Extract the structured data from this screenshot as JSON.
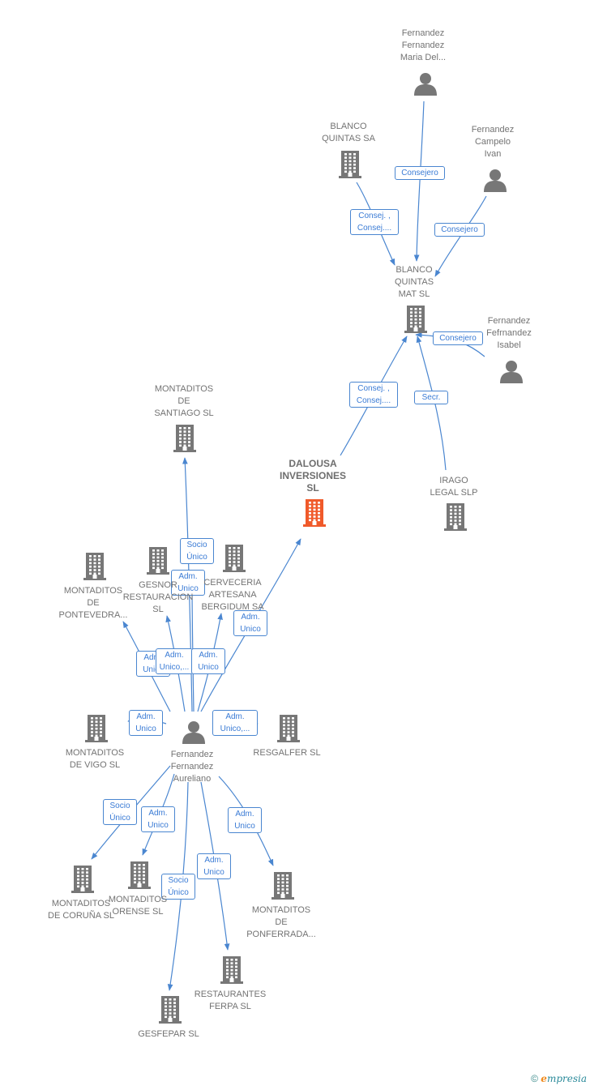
{
  "colors": {
    "edge": "#4a86d0",
    "icon": "#777777",
    "highlight": "#f05a2a",
    "label": "#737373"
  },
  "nodes": [
    {
      "id": "fernandez-maria",
      "type": "person",
      "label": "Fernandez\nFernandez\nMaria Del..."
    },
    {
      "id": "blanco-quintas-sa",
      "type": "company",
      "label": "BLANCO\nQUINTAS SA"
    },
    {
      "id": "fernandez-campelo",
      "type": "person",
      "label": "Fernandez\nCampelo\nIvan"
    },
    {
      "id": "blanco-quintas-mat",
      "type": "company",
      "label": "BLANCO\nQUINTAS\nMAT  SL"
    },
    {
      "id": "fernandez-isabel",
      "type": "person",
      "label": "Fernandez\nFefrnandez\nIsabel"
    },
    {
      "id": "dalousa",
      "type": "company",
      "label": "DALOUSA\nINVERSIONES\nSL",
      "main": true
    },
    {
      "id": "irago",
      "type": "company",
      "label": "IRAGO\nLEGAL SLP"
    },
    {
      "id": "montaditos-santiago",
      "type": "company",
      "label": "MONTADITOS\nDE\nSANTIAGO  SL"
    },
    {
      "id": "montaditos-pontevedra",
      "type": "company",
      "label": "MONTADITOS\nDE\nPONTEVEDRA..."
    },
    {
      "id": "gesnor",
      "type": "company",
      "label": "GESNOR\nRESTAURACION\nSL"
    },
    {
      "id": "cerveceria",
      "type": "company",
      "label": "CERVECERIA\nARTESANA\nBERGIDUM SA"
    },
    {
      "id": "fernandez-aureliano",
      "type": "person",
      "label": "Fernandez\nFernandez\nAureliano"
    },
    {
      "id": "montaditos-vigo",
      "type": "company",
      "label": "MONTADITOS\nDE VIGO  SL"
    },
    {
      "id": "resgalfer",
      "type": "company",
      "label": "RESGALFER SL"
    },
    {
      "id": "montaditos-coruna",
      "type": "company",
      "label": "MONTADITOS\nDE CORUÑA SL"
    },
    {
      "id": "montaditos-orense",
      "type": "company",
      "label": "MONTADITOS\nORENSE  SL"
    },
    {
      "id": "montaditos-ponferrada",
      "type": "company",
      "label": "MONTADITOS\nDE\nPONFERRADA..."
    },
    {
      "id": "restaurantes-ferpa",
      "type": "company",
      "label": "RESTAURANTES\nFERPA  SL"
    },
    {
      "id": "gesfepar",
      "type": "company",
      "label": "GESFEPAR  SL"
    }
  ],
  "edges": [
    {
      "from": "fernandez-maria",
      "to": "blanco-quintas-mat",
      "label": "Consejero"
    },
    {
      "from": "blanco-quintas-sa",
      "to": "blanco-quintas-mat",
      "label": "Consej. ,\nConsej...."
    },
    {
      "from": "fernandez-campelo",
      "to": "blanco-quintas-mat",
      "label": "Consejero"
    },
    {
      "from": "fernandez-isabel",
      "to": "blanco-quintas-mat",
      "label": "Consejero"
    },
    {
      "from": "dalousa",
      "to": "blanco-quintas-mat",
      "label": "Consej. ,\nConsej...."
    },
    {
      "from": "irago",
      "to": "blanco-quintas-mat",
      "label": "Secr."
    },
    {
      "from": "fernandez-aureliano",
      "to": "montaditos-santiago",
      "label": "Socio\nÚnico"
    },
    {
      "from": "fernandez-aureliano",
      "to": "dalousa",
      "label": "Adm.\nUnico"
    },
    {
      "from": "fernandez-aureliano",
      "to": "gesnor",
      "label": "Adm.\nUnico"
    },
    {
      "from": "fernandez-aureliano",
      "to": "montaditos-pontevedra",
      "label": "Adm.\nUnico"
    },
    {
      "from": "fernandez-aureliano",
      "to": "gesnor",
      "label": "Adm.\nUnico,..."
    },
    {
      "from": "fernandez-aureliano",
      "to": "cerveceria",
      "label": "Adm.\nUnico"
    },
    {
      "from": "fernandez-aureliano",
      "to": "montaditos-vigo",
      "label": "Adm.\nUnico"
    },
    {
      "from": "fernandez-aureliano",
      "to": "resgalfer",
      "label": "Adm.\nUnico,..."
    },
    {
      "from": "fernandez-aureliano",
      "to": "montaditos-coruna",
      "label": "Socio\nÚnico"
    },
    {
      "from": "fernandez-aureliano",
      "to": "montaditos-orense",
      "label": "Adm.\nUnico"
    },
    {
      "from": "fernandez-aureliano",
      "to": "montaditos-ponferrada",
      "label": "Adm.\nUnico"
    },
    {
      "from": "fernandez-aureliano",
      "to": "restaurantes-ferpa",
      "label": "Adm.\nUnico"
    },
    {
      "from": "fernandez-aureliano",
      "to": "gesfepar",
      "label": "Socio\nÚnico"
    }
  ],
  "footer": {
    "copyright": "©",
    "brand_first": "e",
    "brand_rest": "mpresia"
  }
}
